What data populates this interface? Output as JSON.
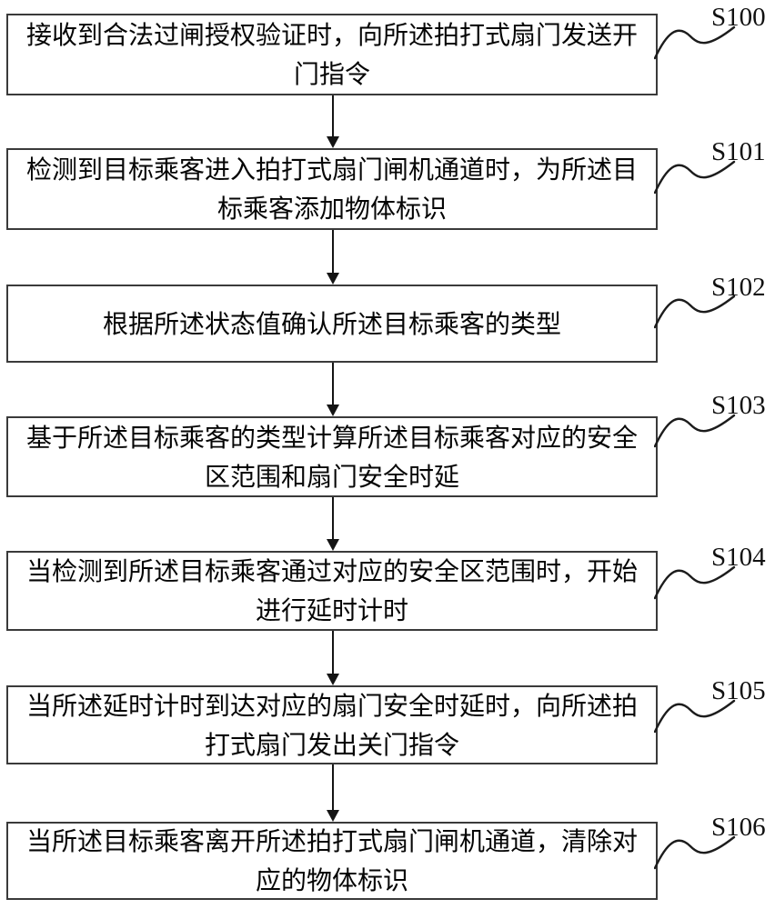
{
  "diagram": {
    "type": "flowchart",
    "colors": {
      "border": "#3a3a3a",
      "text": "#050505",
      "background": "#ffffff"
    },
    "steps": [
      {
        "id": "S100",
        "text": "接收到合法过闸授权验证时，向所述拍打式扇门发送开门指令",
        "lines": [
          "接收到合法过闸授权验证时，向所述拍打式扇门发送开",
          "门指令"
        ]
      },
      {
        "id": "S101",
        "text": "检测到目标乘客进入拍打式扇门闸机通道时，为所述目标乘客添加物体标识",
        "lines": [
          "检测到目标乘客进入拍打式扇门闸机通道时，为所述目",
          "标乘客添加物体标识"
        ]
      },
      {
        "id": "S102",
        "text": "根据所述状态值确认所述目标乘客的类型",
        "lines": [
          "根据所述状态值确认所述目标乘客的类型"
        ]
      },
      {
        "id": "S103",
        "text": "基于所述目标乘客的类型计算所述目标乘客对应的安全区范围和扇门安全时延",
        "lines": [
          "基于所述目标乘客的类型计算所述目标乘客对应的安全",
          "区范围和扇门安全时延"
        ]
      },
      {
        "id": "S104",
        "text": "当检测到所述目标乘客通过对应的安全区范围时，开始进行延时计时",
        "lines": [
          "当检测到所述目标乘客通过对应的安全区范围时，开始",
          "进行延时计时"
        ]
      },
      {
        "id": "S105",
        "text": "当所述延时计时到达对应的扇门安全时延时，向所述拍打式扇门发出关门指令",
        "lines": [
          "当所述延时计时到达对应的扇门安全时延时，向所述拍",
          "打式扇门发出关门指令"
        ]
      },
      {
        "id": "S106",
        "text": "当所述目标乘客离开所述拍打式扇门闸机通道，清除对应的物体标识",
        "lines": [
          "当所述目标乘客离开所述拍打式扇门闸机通道，清除对",
          "应的物体标识"
        ]
      }
    ]
  }
}
